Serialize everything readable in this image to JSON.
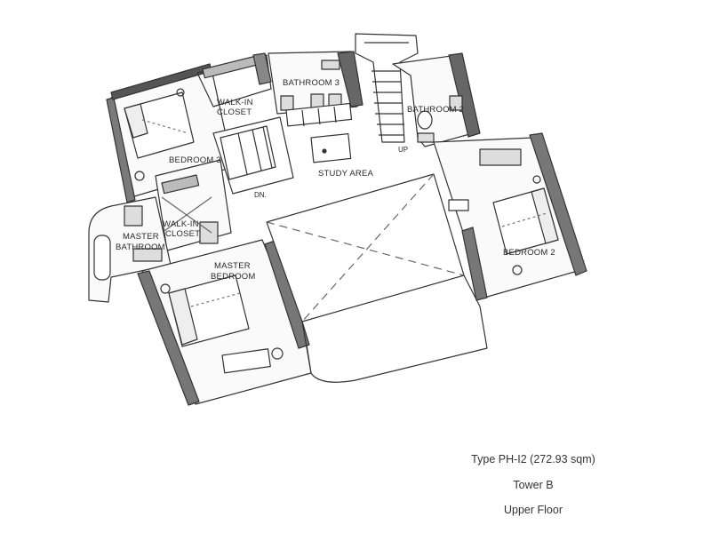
{
  "rooms": {
    "bathroom3": "BATHROOM 3",
    "walkin1_line1": "WALK-IN",
    "walkin1_line2": "CLOSET",
    "bathroom2": "BATHROOM 2",
    "bedroom3": "BEDROOM 3",
    "study": "STUDY AREA",
    "walkin2_line1": "WALK-IN",
    "walkin2_line2": "CLOSET",
    "masterbath_line1": "MASTER",
    "masterbath_line2": "BATHROOM",
    "bedroom2": "BEDROOM 2",
    "master_line1": "MASTER",
    "master_line2": "BEDROOM"
  },
  "stairs": {
    "up": "UP",
    "down": "DN."
  },
  "caption": {
    "type": "Type PH-I2 (272.93 sqm)",
    "tower": "Tower B",
    "floor": "Upper Floor"
  }
}
